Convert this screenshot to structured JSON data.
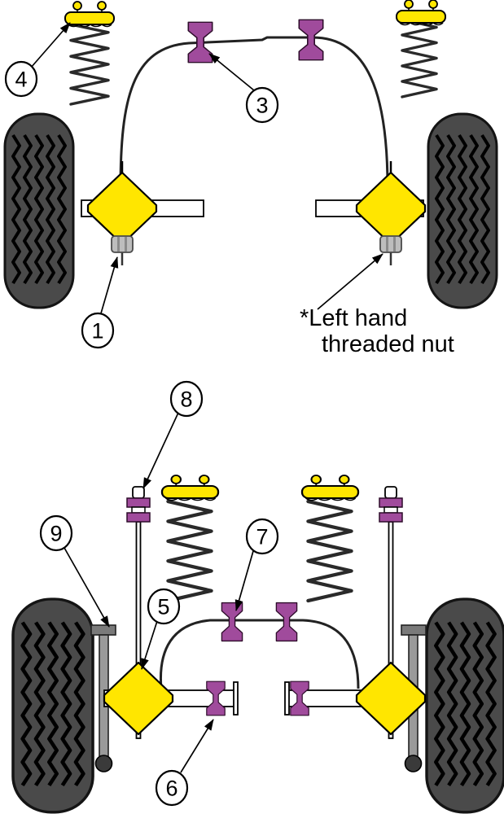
{
  "diagram": {
    "callouts": {
      "c1": "1",
      "c3": "3",
      "c4": "4",
      "c5": "5",
      "c6": "6",
      "c7": "7",
      "c8": "8",
      "c9": "9"
    },
    "note": {
      "line1": "*Left hand",
      "line2": "threaded nut"
    },
    "colors": {
      "bushing_purple": "#a04b9c",
      "part_yellow": "#ffe600",
      "tire_gray": "#4a4a4a"
    }
  }
}
